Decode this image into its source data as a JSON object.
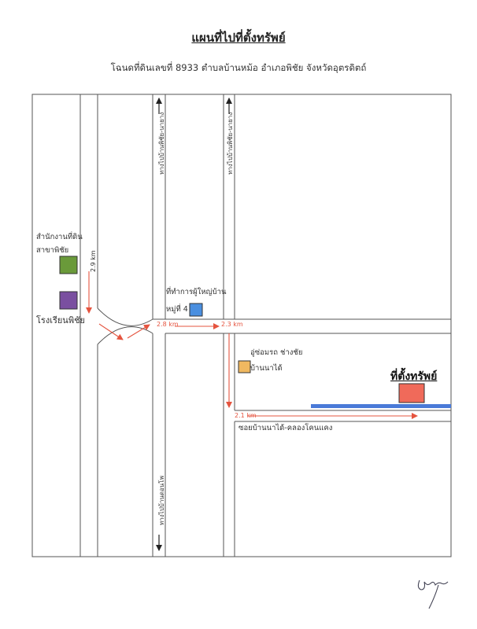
{
  "title": "แผนที่ไปที่ตั้งทรัพย์",
  "subtitle": "โฉนดที่ดินเลขที่ 8933 ตำบลบ้านหม้อ อำเภอพิชัย จังหวัดอุตรดิตถ์",
  "labels": {
    "land_office_line1": "สำนักงานที่ดิน",
    "land_office_line2": "สาขาพิชัย",
    "school": "โรงเรียนพิชัย",
    "village_head_line1": "ที่ทำการผู้ใหญ่บ้าน",
    "village_head_line2": "หมู่ที่ 4",
    "garage_line1": "อู่ซ่อมรถ ช่างชัย",
    "garage_line2": "บ้านนาได้",
    "property": "ที่ตั้งทรัพย์",
    "soi": "ซอยบ้านนาได้-คลองโคนแคง",
    "road_top_left": "ทางไปบ้านพิชัย-นายาง",
    "road_top_mid": "ทางไปบ้านพิชัย-นายาง",
    "road_bottom": "ทางไปบ้านดอนโพ"
  },
  "distances": {
    "d1": "2.9 km",
    "d2": "2.8 km",
    "d3": "2.3 km",
    "d4": "2.1 km"
  },
  "colors": {
    "land_office": "#6a9a3a",
    "school": "#7a4fa0",
    "village_head": "#4a8fe0",
    "garage": "#f0b860",
    "property": "#f06a5a",
    "property_road": "#4a7ad8",
    "route_arrow": "#e5543f"
  },
  "signature_icon": "handwritten-signature"
}
